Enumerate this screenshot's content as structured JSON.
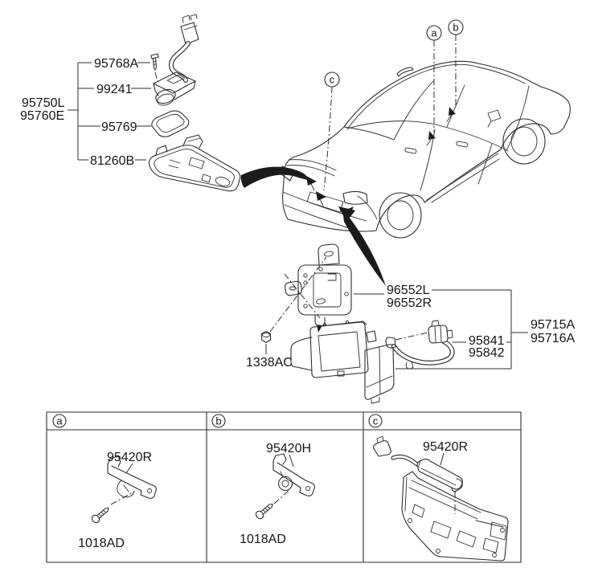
{
  "colors": {
    "background": "#ffffff",
    "line": "#2d2d2d",
    "text": "#161616"
  },
  "camera_group": {
    "assembly_label_line1": "95750L",
    "assembly_label_line2": "95760E",
    "screw_label": "95768A",
    "camera_label": "99241",
    "gasket_label": "95769",
    "housing_label": "81260B"
  },
  "vehicle": {
    "callout_a": "a",
    "callout_b": "b",
    "callout_c": "c"
  },
  "module_group": {
    "bracket_label_line1": "96552L",
    "bracket_label_line2": "96552R",
    "harness_label_line1": "95841",
    "harness_label_line2": "95842",
    "assembly_label_line1": "95715A",
    "assembly_label_line2": "95716A",
    "nut_label": "1338AC"
  },
  "reference_table": {
    "cells": [
      {
        "callout": "a",
        "part_label": "95420R",
        "fastener_label": "1018AD"
      },
      {
        "callout": "b",
        "part_label": "95420H",
        "fastener_label": "1018AD"
      },
      {
        "callout": "c",
        "part_label": "95420R"
      }
    ]
  }
}
